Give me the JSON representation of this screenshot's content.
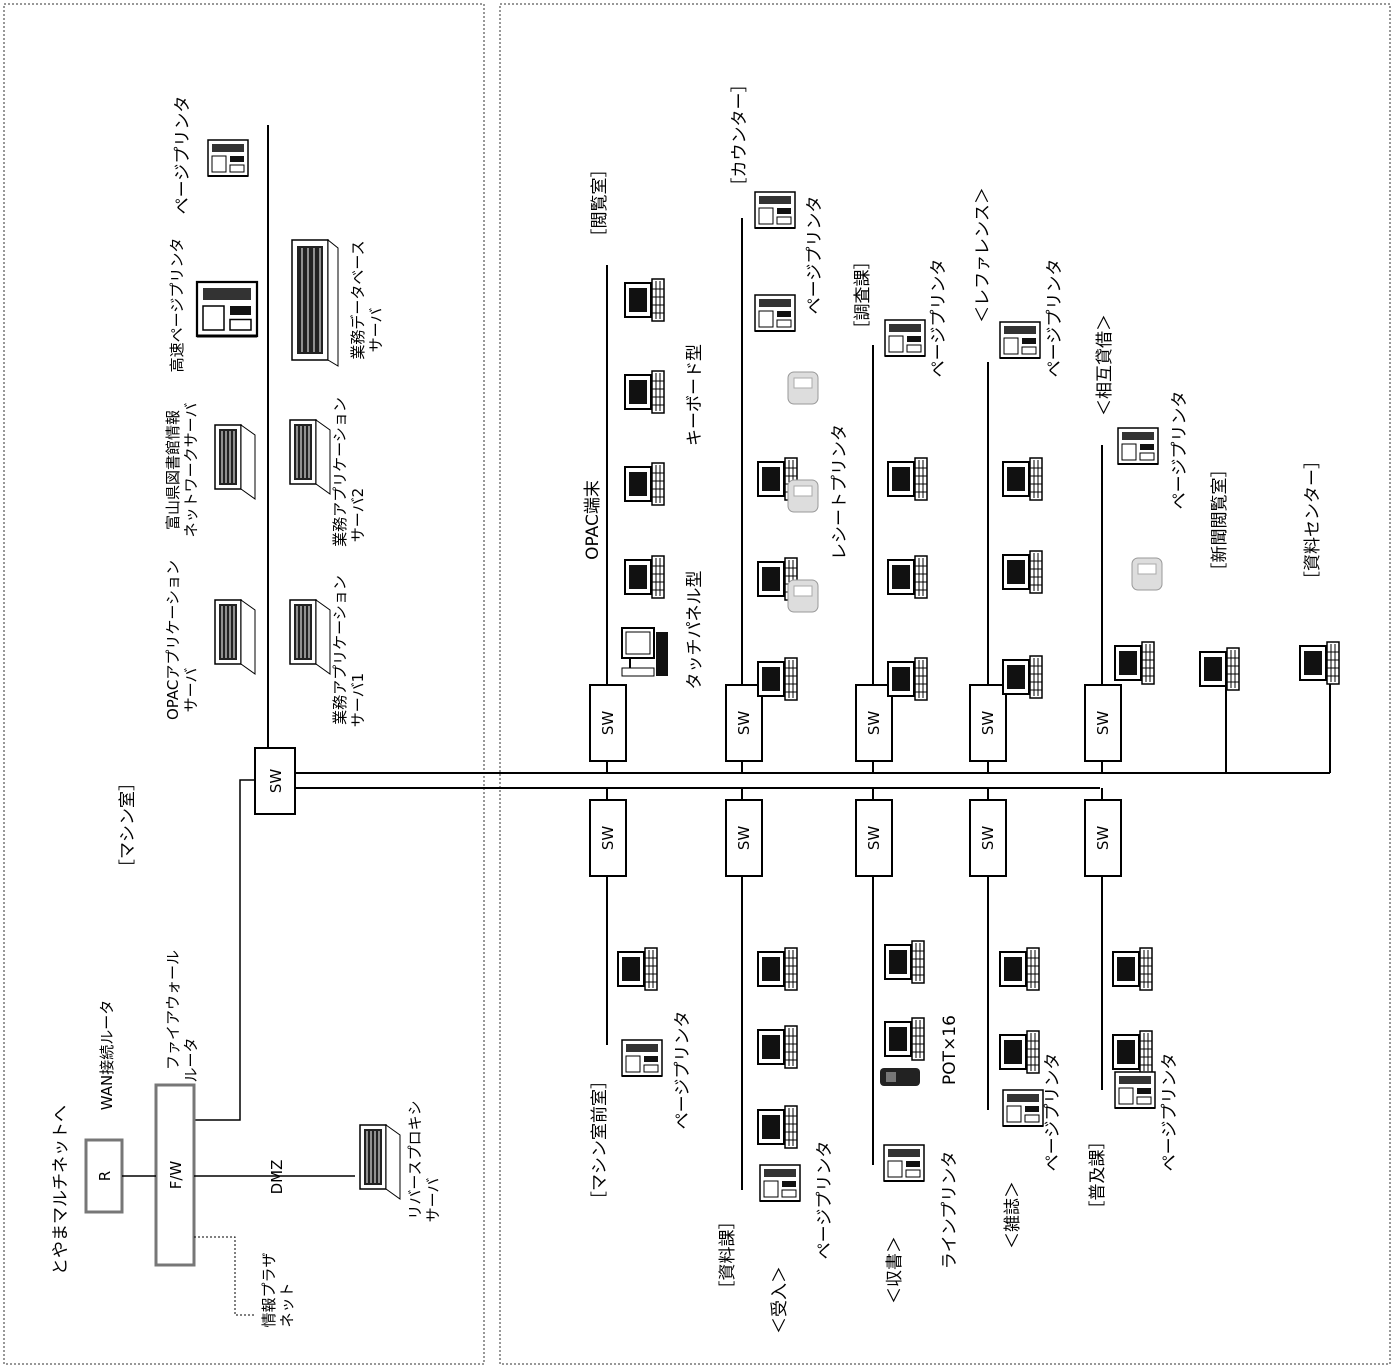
{
  "areas": {
    "machine_room": "［マシン室］",
    "toyama_multinet": "とやまマルチネットへ",
    "info_plaza": "情報プラザ",
    "info_plaza_net": "ネット",
    "dmz": "DMZ"
  },
  "devices": {
    "router_mark": "R",
    "router_label": "WAN接続ルータ",
    "fw_mark": "F/W",
    "fw_label1": "ファイアウォール",
    "fw_label2": "ルータ",
    "sw": "SW",
    "reverse_proxy1": "リバースプロキシ",
    "reverse_proxy2": "サーバ",
    "opac_app1": "OPACアプリケーション",
    "opac_app2": "サーバ",
    "toyama_lib1": "富山県図書館情報",
    "toyama_lib2": "ネットワークサーバ",
    "hs_printer": "高速ページプリンタ",
    "page_printer": "ページプリンタ",
    "biz_app1_1": "業務アプリケーション",
    "biz_app1_2": "サーバ1",
    "biz_app2_1": "業務アプリケーション",
    "biz_app2_2": "サーバ2",
    "biz_db1": "業務データベース",
    "biz_db2": "サーバ",
    "touch_panel": "タッチパネル型",
    "keyboard": "キーボード型",
    "opac_terminal": "OPAC端末",
    "receipt_printer": "レシートプリンタ",
    "line_printer": "ラインプリンタ",
    "pot": "POT×16"
  },
  "sections": {
    "reading_room": "［閲覧室］",
    "counter": "［カウンター］",
    "research": "［調査課］",
    "reference": "＜レファレンス＞",
    "ill": "＜相互貸借＞",
    "newspaper": "［新聞閲覧室］",
    "material_center": "［資料センター］",
    "machine_front": "［マシン室前室］",
    "materials_dept": "［資料課］",
    "receiving": "＜受入＞",
    "cataloging": "＜収書＞",
    "magazines": "＜雑誌＞",
    "outreach": "［普及課］"
  },
  "colors": {
    "line": "#000000",
    "box_gray": "#777777",
    "border": "#777777"
  }
}
